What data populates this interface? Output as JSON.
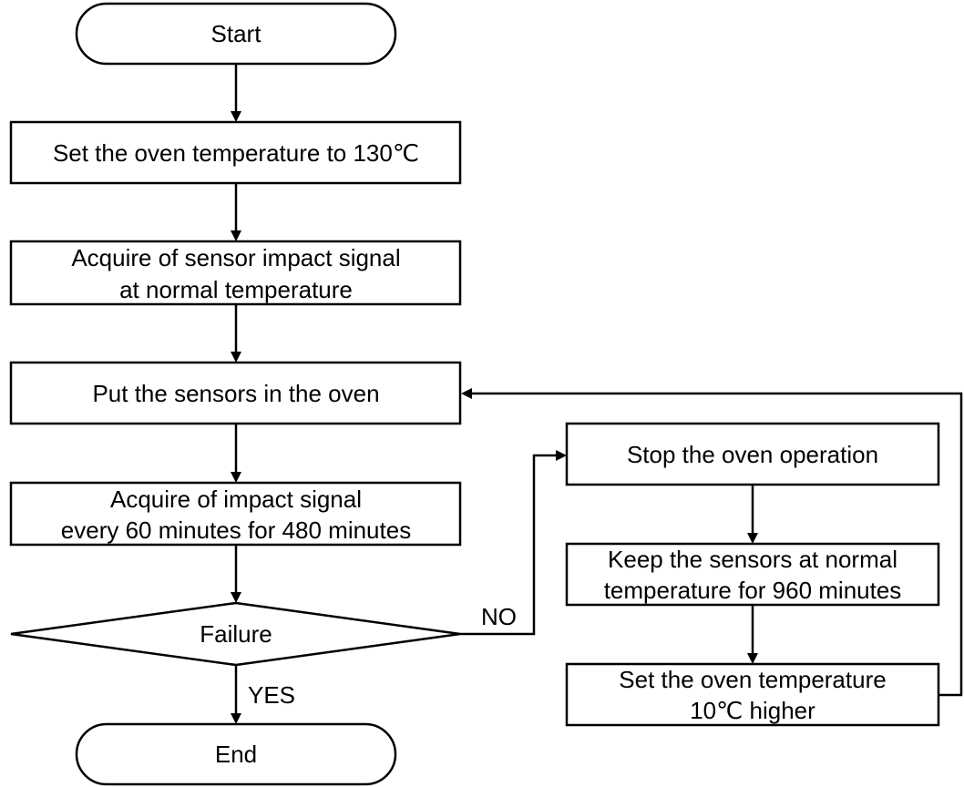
{
  "nodes": {
    "start": {
      "text": "Start"
    },
    "set_temp": {
      "text": "Set the oven temperature to 130℃"
    },
    "acquire_normal": {
      "line1": "Acquire of sensor impact signal",
      "line2": "at normal temperature"
    },
    "put_sensors": {
      "text": "Put the sensors in the oven"
    },
    "acquire_impact": {
      "line1": "Acquire of impact signal",
      "line2": "every 60 minutes for 480 minutes"
    },
    "failure": {
      "text": "Failure"
    },
    "end": {
      "text": "End"
    },
    "stop_oven": {
      "text": "Stop the oven operation"
    },
    "keep_sensors": {
      "line1": "Keep the sensors at normal",
      "line2": "temperature for 960 minutes"
    },
    "raise_temp": {
      "line1": "Set the oven temperature",
      "line2": "10℃ higher"
    }
  },
  "edges": {
    "no_label": "NO",
    "yes_label": "YES"
  },
  "colors": {
    "stroke": "#000000",
    "fill": "#ffffff",
    "text": "#000000"
  }
}
